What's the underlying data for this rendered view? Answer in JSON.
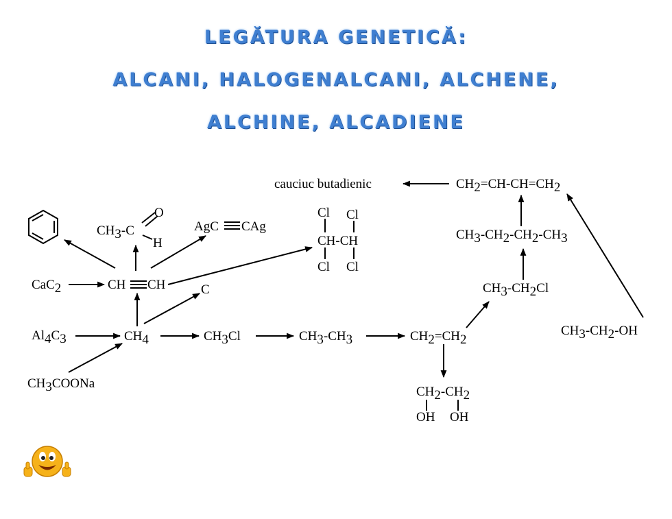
{
  "title": {
    "line1": "LEGĂTURA  GENETICĂ:",
    "line2": "ALCANI,  HALOGENALCANI,  ALCHENE,",
    "line3": "ALCHINE,  ALCADIENE"
  },
  "colors": {
    "title": "#3f7fd1",
    "ink": "#000000",
    "smiley": "#f6b21a"
  },
  "compounds": {
    "cauciuc": "cauciuc butadienic",
    "butadiene": [
      "CH",
      "2",
      "=CH-CH=CH",
      "2"
    ],
    "butane": [
      "CH",
      "3",
      "-CH",
      "2",
      "-CH",
      "2",
      "-CH",
      "3"
    ],
    "chloroethane": [
      "CH",
      "3",
      "-CH",
      "2",
      "Cl"
    ],
    "ethanol": [
      "CH",
      "3",
      "-CH",
      "2",
      "-OH"
    ],
    "acetaldehyde": {
      "ch3": "CH",
      "sub": "3",
      "rest": "-C",
      "o": "O",
      "h": "H"
    },
    "silver_acetylide": {
      "left": "AgC",
      "right": "CAg"
    },
    "tetrachloroethane": {
      "cl": "Cl",
      "core": "CH-CH"
    },
    "cac2": [
      "CaC",
      "2"
    ],
    "acetylene": {
      "left": "CH",
      "right": "CH"
    },
    "carbon": "C",
    "al4c3": [
      "Al",
      "4",
      "C",
      "3"
    ],
    "methane": [
      "CH",
      "4"
    ],
    "sodium_acetate": [
      "CH",
      "3",
      "COONa"
    ],
    "chloromethane": [
      "CH",
      "3",
      "Cl"
    ],
    "ethane": [
      "CH",
      "3",
      "-CH",
      "3"
    ],
    "ethene": [
      "CH",
      "2",
      "=CH",
      "2"
    ],
    "ethylene_glycol": {
      "top": [
        "CH",
        "2",
        "-CH",
        "2"
      ],
      "oh": "OH"
    }
  },
  "icons": [
    "benzene-ring-icon",
    "smiley-thumbs-up-icon"
  ]
}
